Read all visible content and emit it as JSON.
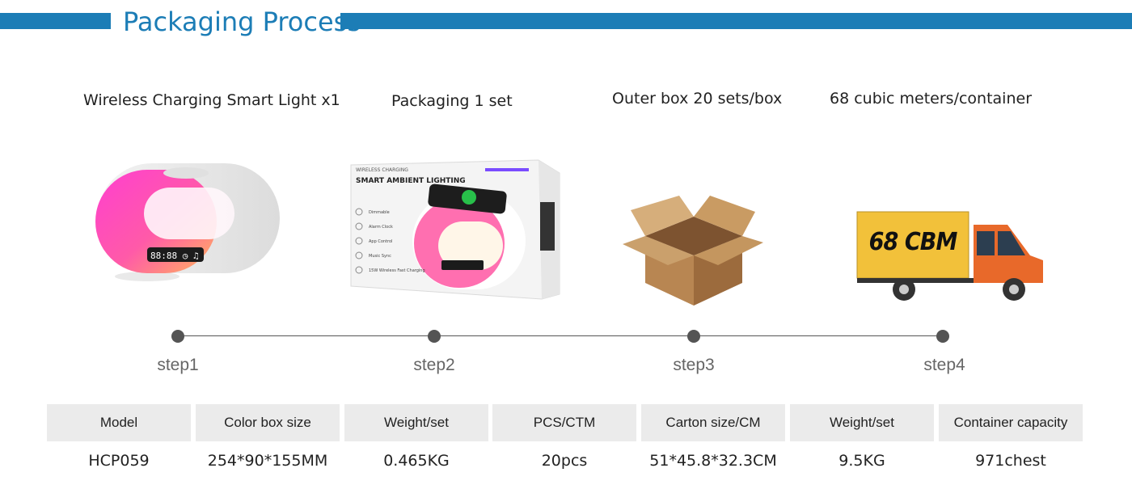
{
  "header": {
    "title": "Packaging Process",
    "accent_color": "#1c7db6"
  },
  "steps": [
    {
      "caption": "Wireless Charging Smart Light x1",
      "label": "step1",
      "icon": "smart-light-image"
    },
    {
      "caption": "Packaging 1 set",
      "label": "step2",
      "icon": "packaging-box-image"
    },
    {
      "caption": "Outer box 20 sets/box",
      "label": "step3",
      "icon": "carton-box-icon"
    },
    {
      "caption": "68 cubic meters/container",
      "label": "step4",
      "icon": "truck-icon"
    }
  ],
  "product_box": {
    "brand_line": "WIRELESS CHARGING",
    "title": "SMART AMBIENT LIGHTING",
    "features": [
      "Dimmable",
      "Alarm Clock",
      "App Control",
      "Music Sync",
      "15W Wireless Fast Charging"
    ]
  },
  "truck": {
    "cargo_text": "68 CBM"
  },
  "table": {
    "headers": [
      "Model",
      "Color box size",
      "Weight/set",
      "PCS/CTM",
      "Carton size/CM",
      "Weight/set",
      "Container capacity"
    ],
    "values": [
      "HCP059",
      "254*90*155MM",
      "0.465KG",
      "20pcs",
      "51*45.8*32.3CM",
      "9.5KG",
      "971chest"
    ]
  }
}
